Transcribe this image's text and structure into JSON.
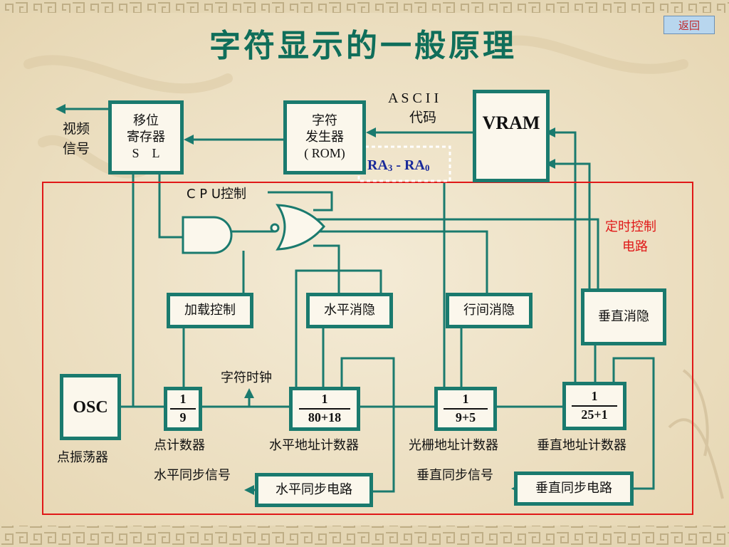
{
  "title": "字符显示的一般原理",
  "back_button": "返回",
  "colors": {
    "line": "#1a7a6e",
    "frame": "#e01818",
    "title": "#0f6e5a",
    "ra_text": "#1a2a9a"
  },
  "labels": {
    "video_line1": "视频",
    "video_line2": "信号",
    "ascii_line1": "A S C I I",
    "ascii_line2": "代码",
    "cpu_control": "C P U控制",
    "timing_line1": "定时控制",
    "timing_line2": "电路",
    "char_clock": "字符时钟",
    "dot_oscillator": "点振荡器",
    "dot_counter": "点计数器",
    "h_addr_counter": "水平地址计数器",
    "raster_counter": "光栅地址计数器",
    "v_addr_counter": "垂直地址计数器",
    "h_sync_signal": "水平同步信号",
    "v_sync_signal": "垂直同步信号"
  },
  "blocks": {
    "shift_reg": {
      "line1": "移位",
      "line2": "寄存器",
      "line3": "S    L"
    },
    "char_gen": {
      "line1": "字符",
      "line2": "发生器",
      "line3": "( ROM)"
    },
    "vram": "VRAM",
    "ra_bus": {
      "prefix": "RA",
      "sub1": "3",
      "sep": " - RA",
      "sub2": "0"
    },
    "load_ctrl": "加载控制",
    "h_blank": "水平消隐",
    "row_blank": "行间消隐",
    "v_blank": "垂直消隐",
    "osc": "OSC",
    "h_sync_circuit": "水平同步电路",
    "v_sync_circuit": "垂直同步电路"
  },
  "counters": {
    "dot": {
      "num": "1",
      "den": "9"
    },
    "h_addr": {
      "num": "1",
      "den": "80+18"
    },
    "raster": {
      "num": "1",
      "den": "9+5"
    },
    "v_addr": {
      "num": "1",
      "den": "25+1"
    }
  }
}
